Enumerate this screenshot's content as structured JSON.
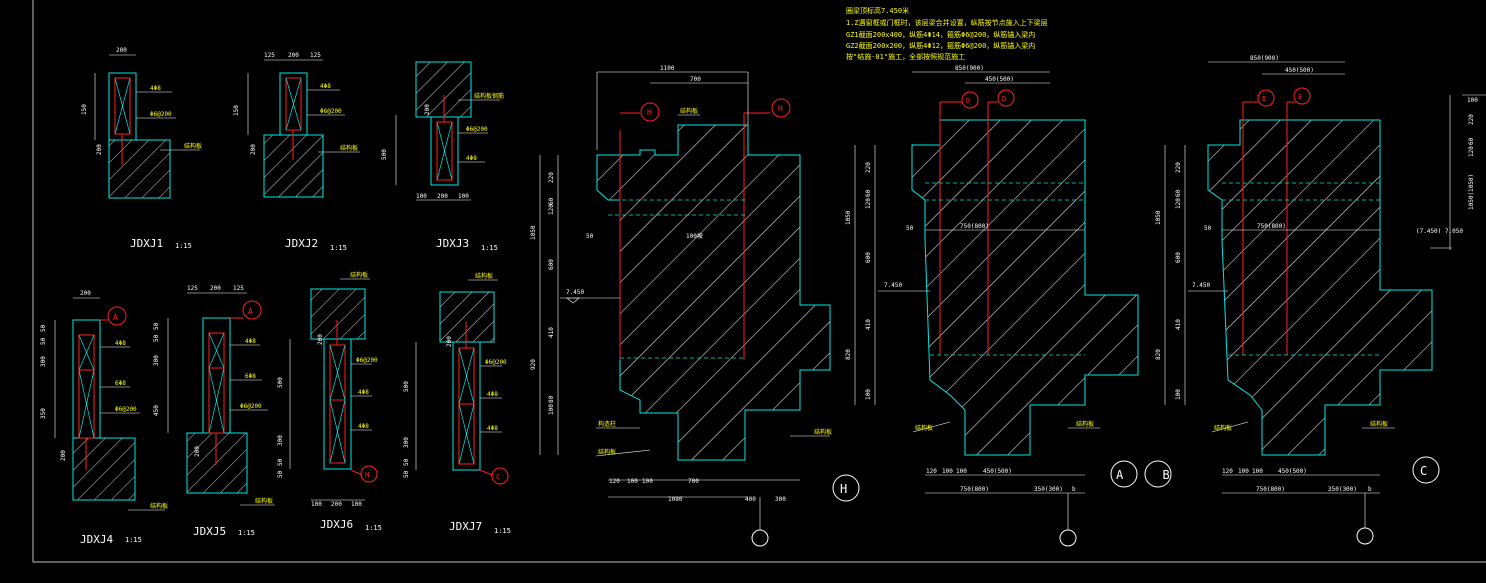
{
  "notes": {
    "lines": [
      "圈梁顶标高7.450米",
      "1.Z遇窗框或门框时，该层梁合并设置，纵筋按节点施入上下梁层",
      "GZ1截面200x400，纵筋4Φ14，箍筋Φ6@200，纵筋锚入梁内",
      "GZ2截面200x200，纵筋4Φ12，箍筋Φ6@200，纵筋锚入梁内",
      "按\"结施-01\"施工，全部按照规范施工"
    ]
  },
  "small_details": [
    {
      "name": "JDXJ1",
      "scale": "1:15",
      "dims": [
        "200",
        "150",
        "200"
      ],
      "rebar": [
        "4Φ8",
        "Φ6@200"
      ],
      "leader": "结构板"
    },
    {
      "name": "JDXJ2",
      "scale": "1:15",
      "dims": [
        "125",
        "200",
        "125",
        "150",
        "200"
      ],
      "rebar": [
        "4Φ8",
        "Φ6@200"
      ],
      "leader": "结构板"
    },
    {
      "name": "JDXJ3",
      "scale": "1:15",
      "dims": [
        "500",
        "100",
        "200",
        "100",
        "200"
      ],
      "rebar": [
        "Φ6@200",
        "4Φ8"
      ],
      "leader": "结构板钢筋"
    },
    {
      "name": "JDXJ4",
      "scale": "1:15",
      "dims": [
        "200",
        "50",
        "50",
        "300",
        "350",
        "200"
      ],
      "rebar": [
        "4Φ8",
        "6Φ8",
        "Φ6@200"
      ],
      "leader": "结构板",
      "axis": "A"
    },
    {
      "name": "JDXJ5",
      "scale": "1:15",
      "dims": [
        "125",
        "200",
        "125",
        "50",
        "50",
        "300",
        "450",
        "200"
      ],
      "rebar": [
        "4Φ8",
        "6Φ8",
        "Φ6@200"
      ],
      "leader": "结构板",
      "axis": "A"
    },
    {
      "name": "JDXJ6",
      "scale": "1:15",
      "dims": [
        "500",
        "300",
        "50",
        "50",
        "100",
        "200",
        "100",
        "200"
      ],
      "rebar": [
        "Φ6@200",
        "4Φ8",
        "4Φ8"
      ],
      "leader": "结构板",
      "axis": "H"
    },
    {
      "name": "JDXJ7",
      "scale": "1:15",
      "dims": [
        "500",
        "300",
        "50",
        "50",
        "200"
      ],
      "rebar": [
        "Φ6@200",
        "4Φ8",
        "4Φ8"
      ],
      "leader": "结构板",
      "axis": "C"
    }
  ],
  "big_sections": [
    {
      "axis": "H",
      "top_dims": [
        "1100",
        "700"
      ],
      "left_dims": [
        "220",
        "60",
        "120",
        "1050",
        "600",
        "410",
        "920",
        "80",
        "100",
        "50"
      ],
      "elev": "7.450",
      "bottom_dims": [
        "120",
        "100",
        "100",
        "700",
        "1080",
        "400",
        "300"
      ],
      "slope": "100坡",
      "leaders": [
        "构造柱",
        "结构板",
        "结构板"
      ],
      "markers": [
        "H",
        "H"
      ]
    },
    {
      "axis": "A B",
      "top_dims": [
        "850(900)",
        "450(500)"
      ],
      "left_dims": [
        "220",
        "60",
        "120",
        "1050",
        "600",
        "410",
        "820",
        "100",
        "50"
      ],
      "elev": "7.450",
      "mid_dim": "750(800)",
      "bottom_dims": [
        "120",
        "100",
        "100",
        "450(500)",
        "750(800)",
        "350(300)",
        "b"
      ],
      "leaders": [
        "结构板",
        "结构板"
      ],
      "markers": [
        "D",
        "D"
      ]
    },
    {
      "axis": "C",
      "top_dims": [
        "850(900)",
        "450(500)"
      ],
      "left_dims": [
        "220",
        "60",
        "120",
        "1050",
        "600",
        "410",
        "820",
        "100",
        "50"
      ],
      "elev": "7.450",
      "mid_dim": "750(800)",
      "bottom_dims": [
        "120",
        "100",
        "100",
        "450(500)",
        "750(800)",
        "350(300)",
        "b"
      ],
      "leaders": [
        "结构板",
        "结构板"
      ],
      "markers": [
        "E",
        "E"
      ]
    },
    {
      "axis": "",
      "top_dims": [
        "100",
        "220",
        "60",
        "120",
        "1050(1050)"
      ],
      "elev": "(7.450) 7.050",
      "leaders": [],
      "markers": []
    }
  ],
  "colors": {
    "outline": "#00e6e6",
    "hatch": "#ffffff",
    "rebar": "#ff2020",
    "dims": "#ffffff",
    "leader": "#ffff00",
    "notes": "#ffff00",
    "frame": "#bfbfbf"
  }
}
